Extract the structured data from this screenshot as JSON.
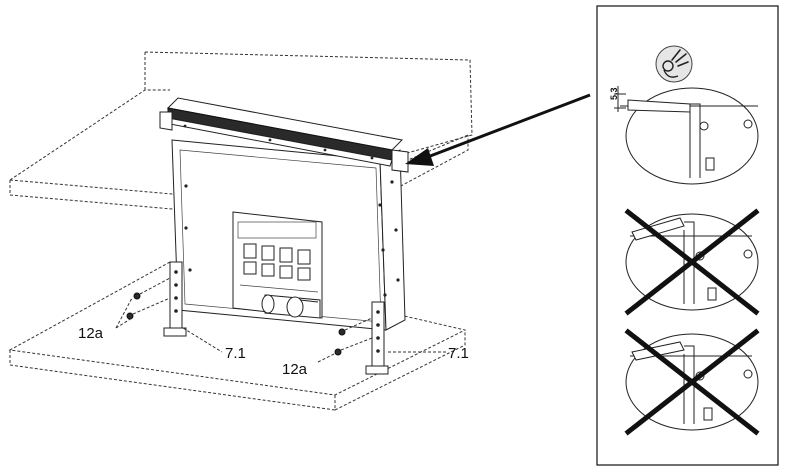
{
  "labels": {
    "screw_left": "12a",
    "screw_right": "12a",
    "bracket_left": "7.1",
    "bracket_right": "7.1",
    "dimension": "5.3"
  },
  "icons": {
    "ok_gesture": "ok-hand-icon",
    "wrong_mark": "cross-icon"
  },
  "colors": {
    "line": "#222222",
    "background": "#ffffff"
  }
}
